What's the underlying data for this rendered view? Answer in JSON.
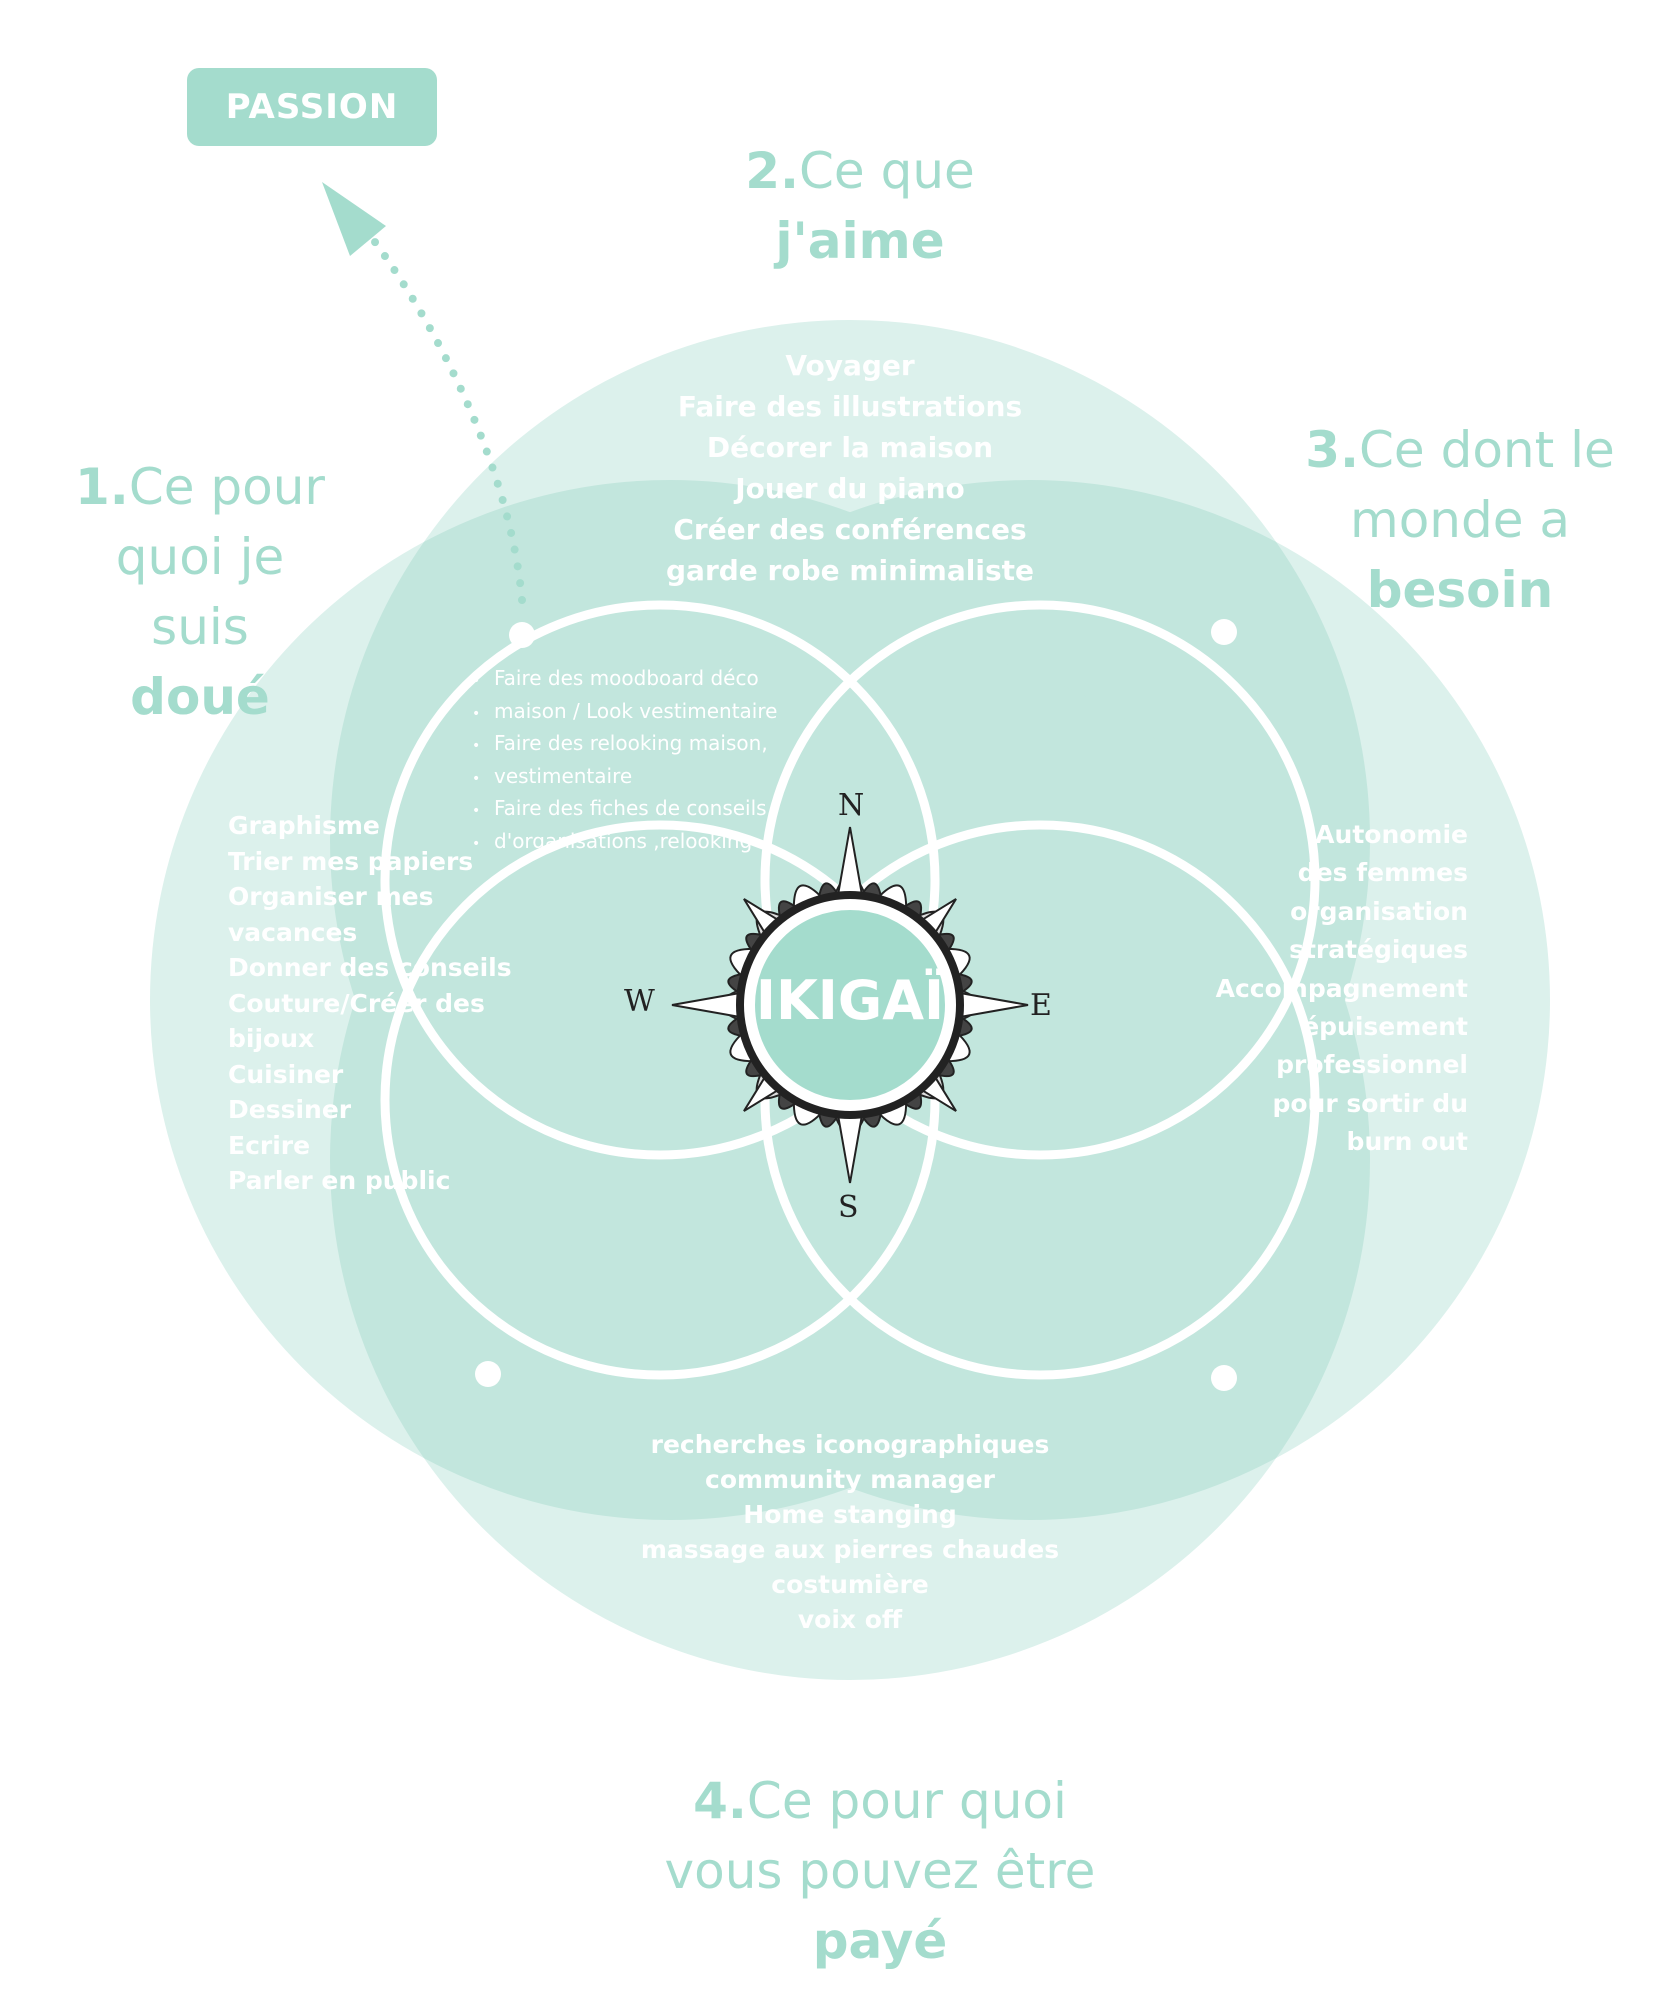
{
  "badge": {
    "label": "PASSION"
  },
  "headings": {
    "doue": {
      "num": "1.",
      "line1": "Ce pour",
      "line2": "quoi je suis",
      "strong": "doué"
    },
    "aime": {
      "num": "2.",
      "line1": "Ce que",
      "strong": "j'aime"
    },
    "besoin": {
      "num": "3.",
      "line1": "Ce dont le",
      "line2": "monde a",
      "strong": "besoin"
    },
    "paye": {
      "num": "4.",
      "line1": "Ce pour quoi",
      "line2": "vous pouvez être",
      "strong": "payé"
    }
  },
  "lists": {
    "aime": [
      "Voyager",
      "Faire des illustrations",
      "Décorer la maison",
      "Jouer du piano",
      "Créer des conférences",
      "garde robe minimaliste"
    ],
    "doue": [
      "Graphisme",
      "Trier mes papiers",
      "Organiser mes",
      "vacances",
      "Donner des conseils",
      "Couture/Créer des",
      "bijoux",
      "Cuisiner",
      "Dessiner",
      "Ecrire",
      "Parler en public"
    ],
    "besoin": [
      "Autonomie",
      "des femmes",
      "organisation",
      "stratégiques",
      "Accompagnement",
      "épuisement",
      "professionnel",
      "pour sortir du",
      "burn out"
    ],
    "paye": [
      "recherches iconographiques",
      "community manager",
      "Home stanging",
      "massage aux pierres chaudes",
      "costumière",
      "voix off"
    ],
    "passion": [
      "Faire des moodboard déco",
      "maison / Look vestimentaire",
      "Faire des relooking maison,",
      "vestimentaire",
      "Faire des fiches de conseils",
      "d'organisations ,relooking"
    ]
  },
  "center": {
    "label": "IKIGAÏ"
  },
  "compass": {
    "n": "N",
    "s": "S",
    "e": "E",
    "w": "W"
  },
  "colors": {
    "circle_fill": "#dcf1ec",
    "overlap_fill": "#c2e6dd",
    "accent": "#a4dccd",
    "center_fill": "#a4dccd",
    "text_white": "#ffffff"
  }
}
